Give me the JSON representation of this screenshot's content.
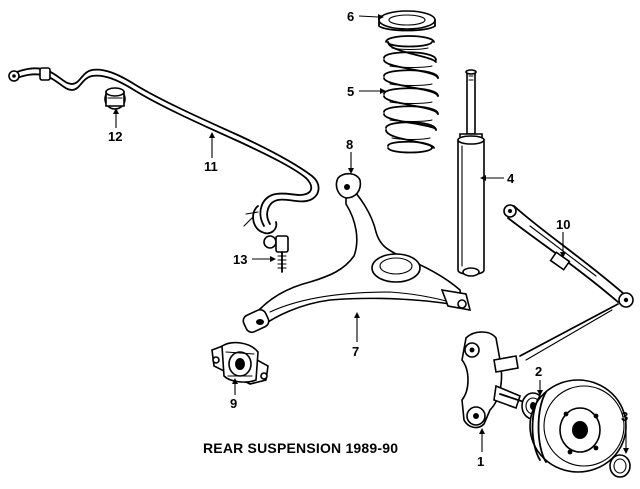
{
  "caption": "REAR SUSPENSION 1989-90",
  "callouts": [
    {
      "id": "1",
      "text": "1"
    },
    {
      "id": "2",
      "text": "2"
    },
    {
      "id": "3",
      "text": "3"
    },
    {
      "id": "4",
      "text": "4"
    },
    {
      "id": "5",
      "text": "5"
    },
    {
      "id": "6",
      "text": "6"
    },
    {
      "id": "7",
      "text": "7"
    },
    {
      "id": "8",
      "text": "8"
    },
    {
      "id": "9",
      "text": "9"
    },
    {
      "id": "10",
      "text": "10"
    },
    {
      "id": "11",
      "text": "11"
    },
    {
      "id": "12",
      "text": "12"
    },
    {
      "id": "13",
      "text": "13"
    }
  ]
}
